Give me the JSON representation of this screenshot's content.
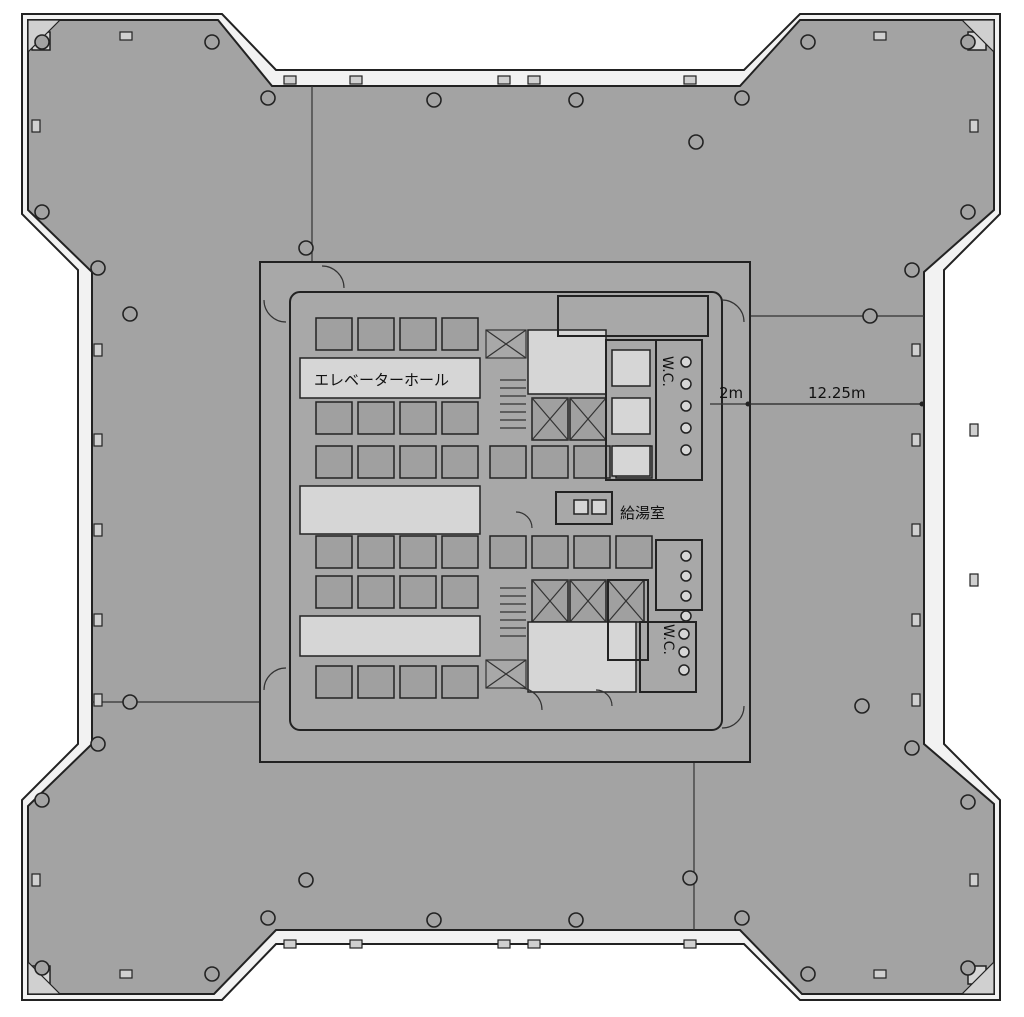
{
  "labels": {
    "elevator_hall": "エレベーターホール",
    "kitchenette": "給湯室",
    "wc_upper": "W.C.",
    "wc_lower": "W.C."
  },
  "dimensions": {
    "core_gap": "2m",
    "floor_depth": "12.25m"
  },
  "colors": {
    "floor": "#a3a3a3",
    "core": "#a8a8a8",
    "rim": "#f2f2f2",
    "line": "#222222"
  },
  "icons": [
    "column-icon",
    "window-mullion-icon",
    "corner-column-icon",
    "door-swing-icon",
    "elevator-car-icon",
    "stair-icon",
    "toilet-icon"
  ]
}
